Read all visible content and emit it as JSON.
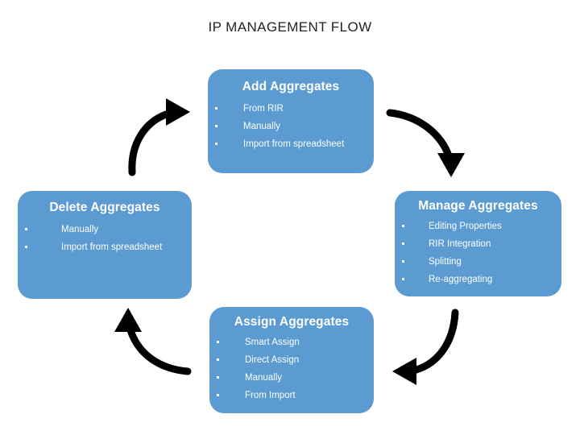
{
  "diagram": {
    "title": "IP MANAGEMENT FLOW",
    "accent_color": "#5B9BD1",
    "text_color": "#FFFFFF",
    "title_color": "#232323",
    "arrow_color": "#000000",
    "background": "#FFFFFF"
  },
  "nodes": {
    "add": {
      "title": "Add Aggregates",
      "items": [
        "From RIR",
        "Manually",
        "Import from spreadsheet"
      ]
    },
    "manage": {
      "title": "Manage Aggregates",
      "items": [
        "Editing Properties",
        "RIR Integration",
        "Splitting",
        "Re-aggregating"
      ]
    },
    "assign": {
      "title": "Assign Aggregates",
      "items": [
        "Smart Assign",
        "Direct Assign",
        "Manually",
        "From Import"
      ]
    },
    "delete": {
      "title": "Delete Aggregates",
      "items": [
        "Manually",
        "Import from spreadsheet"
      ]
    }
  },
  "arrows": [
    {
      "name": "arrow-add-to-manage",
      "from": "add",
      "to": "manage",
      "direction": "down-right"
    },
    {
      "name": "arrow-manage-to-assign",
      "from": "manage",
      "to": "assign",
      "direction": "down-left"
    },
    {
      "name": "arrow-assign-to-delete",
      "from": "assign",
      "to": "delete",
      "direction": "up-left"
    },
    {
      "name": "arrow-delete-to-add",
      "from": "delete",
      "to": "add",
      "direction": "up-right"
    }
  ]
}
